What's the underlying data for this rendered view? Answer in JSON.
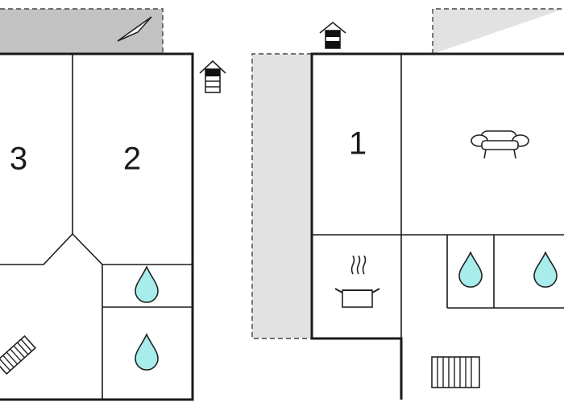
{
  "floorplan": {
    "rooms": [
      {
        "id": "room-3",
        "label": "3"
      },
      {
        "id": "room-2",
        "label": "2"
      },
      {
        "id": "room-1",
        "label": "1"
      }
    ],
    "icons": [
      "entrance-icon",
      "entrance-icon",
      "north-arrow-icon",
      "sofa-icon",
      "cooking-pot-icon",
      "water-drop-icon",
      "water-drop-icon",
      "water-drop-icon",
      "water-drop-icon",
      "stairs-icon",
      "stairs-icon"
    ],
    "colors": {
      "walls": "#1a1a1a",
      "terrace_fill": "#e2e2e2",
      "terrace_fill_dark": "#c2c2c2",
      "water_drop": "#a8ecec"
    }
  }
}
